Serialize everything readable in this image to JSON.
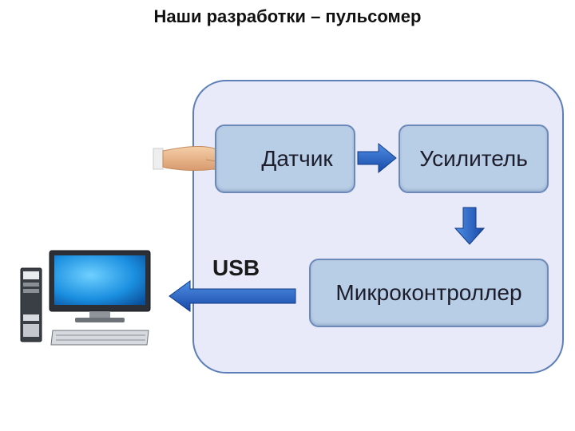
{
  "title": "Наши разработки – пульсомер",
  "blocks": {
    "sensor": "Датчик",
    "amplifier": "Усилитель",
    "microcontroller": "Микроконтроллер"
  },
  "usb_label": "USB",
  "icons": [
    "hand-icon",
    "computer-icon",
    "arrow-right-icon",
    "arrow-down-icon",
    "arrow-left-icon"
  ],
  "colors": {
    "device_fill": "#e8eafa",
    "device_border": "#5d7fb7",
    "block_fill": "#b8cde6",
    "arrow_fill": "#1f5fbf"
  }
}
